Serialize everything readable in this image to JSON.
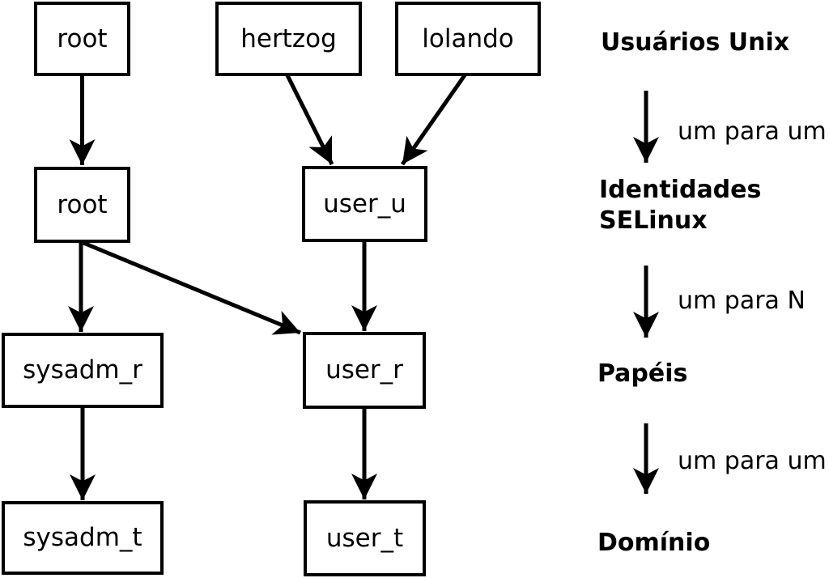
{
  "nodes": {
    "root_top": {
      "label": "root"
    },
    "hertzog": {
      "label": "hertzog"
    },
    "lolando": {
      "label": "lolando"
    },
    "root_mid": {
      "label": "root"
    },
    "user_u": {
      "label": "user_u"
    },
    "sysadm_r": {
      "label": "sysadm_r"
    },
    "user_r": {
      "label": "user_r"
    },
    "sysadm_t": {
      "label": "sysadm_t"
    },
    "user_t": {
      "label": "user_t"
    }
  },
  "legend": {
    "level1": "Usuários Unix",
    "rel1": "um para um",
    "level2_line1": "Identidades",
    "level2_line2": "SELinux",
    "rel2": "um para N",
    "level3": "Papéis",
    "rel3": "um para um",
    "level4": "Domínio"
  },
  "colors": {
    "foreground": "#000000",
    "background": "#ffffff"
  }
}
